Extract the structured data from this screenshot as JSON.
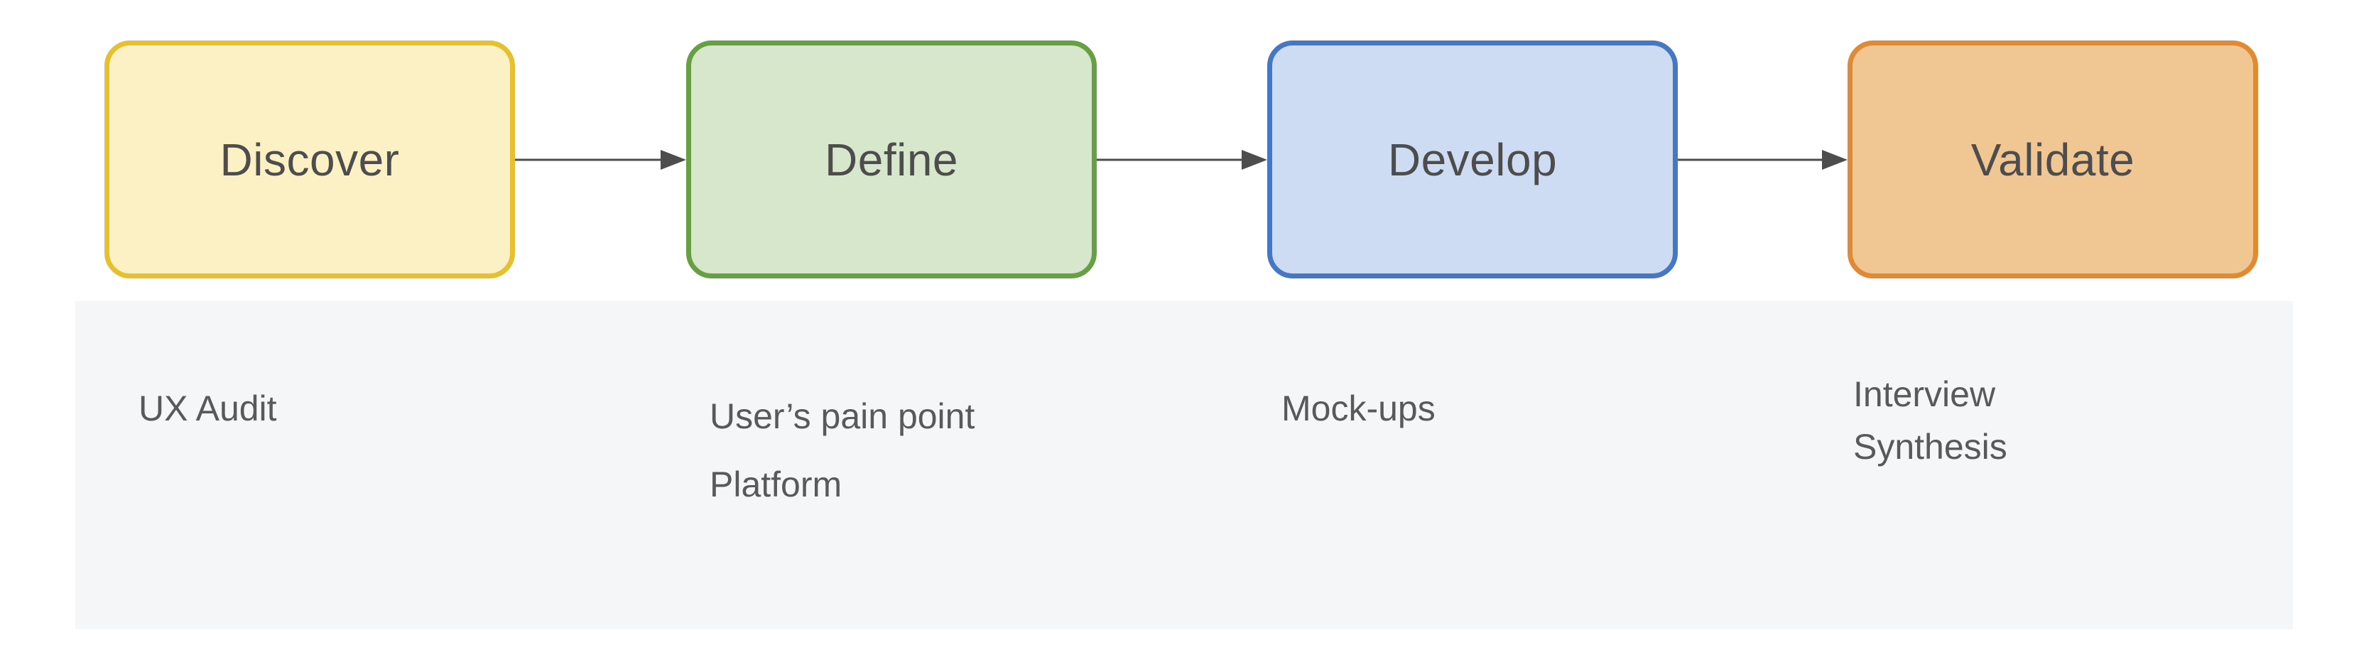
{
  "stages": [
    {
      "label": "Discover",
      "fill": "#fcf1c4",
      "border": "#e6c12f",
      "notes": [
        "UX Audit"
      ]
    },
    {
      "label": "Define",
      "fill": "#d7e7cc",
      "border": "#67a044",
      "notes": [
        "User’s pain point",
        "Platform"
      ]
    },
    {
      "label": "Develop",
      "fill": "#cddcf2",
      "border": "#4677c2",
      "notes": [
        "Mock-ups"
      ]
    },
    {
      "label": "Validate",
      "fill": "#f0c793",
      "border": "#e08a34",
      "notes": [
        "Interview",
        "Synthesis"
      ]
    }
  ],
  "colors": {
    "arrow": "#4d4d4d",
    "panel": "#f5f6f8",
    "text": "#4d4d4d"
  }
}
